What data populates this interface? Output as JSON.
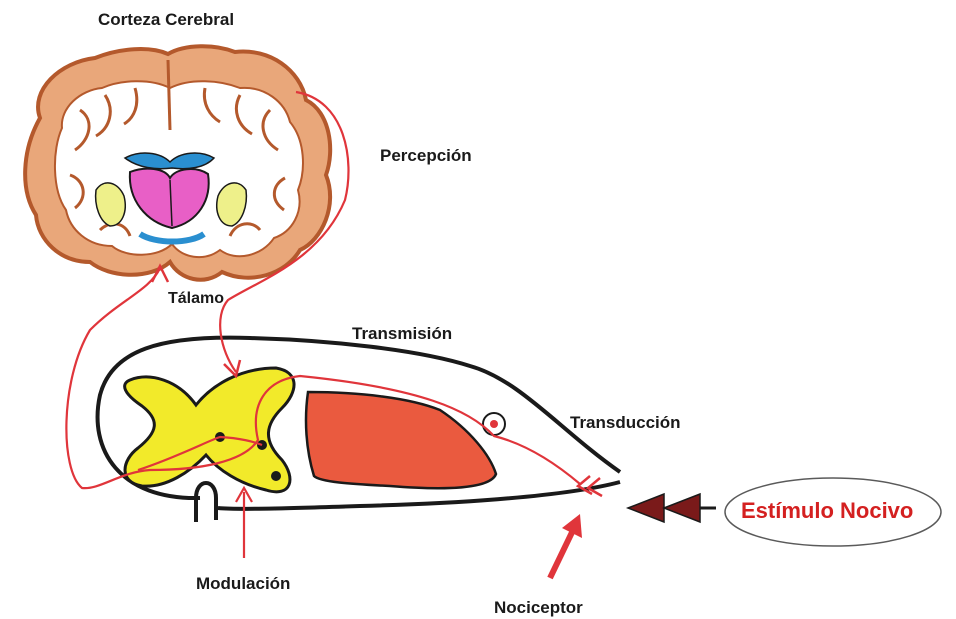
{
  "labels": {
    "corteza": "Corteza Cerebral",
    "percepcion": "Percepción",
    "talamo": "Tálamo",
    "transmision": "Transmisión",
    "transduccion": "Transducción",
    "modulacion": "Modulación",
    "nociceptor": "Nociceptor",
    "estimulo": "Estímulo Nocivo"
  },
  "colors": {
    "pathway": "#e0353b",
    "outline": "#1a1a1a",
    "cortex": "#e9a77a",
    "grey_matter_spinal": "#f2ea2a",
    "spinal_tissue": "#ea5a3f",
    "thalamus": "#e85fc6",
    "ventricle": "#2a8fd0",
    "basal_ganglia": "#eef08a",
    "stimulus_text": "#d42020"
  },
  "icons": [
    "brain-coronal-section",
    "spinal-cord-section",
    "arrowheads"
  ]
}
